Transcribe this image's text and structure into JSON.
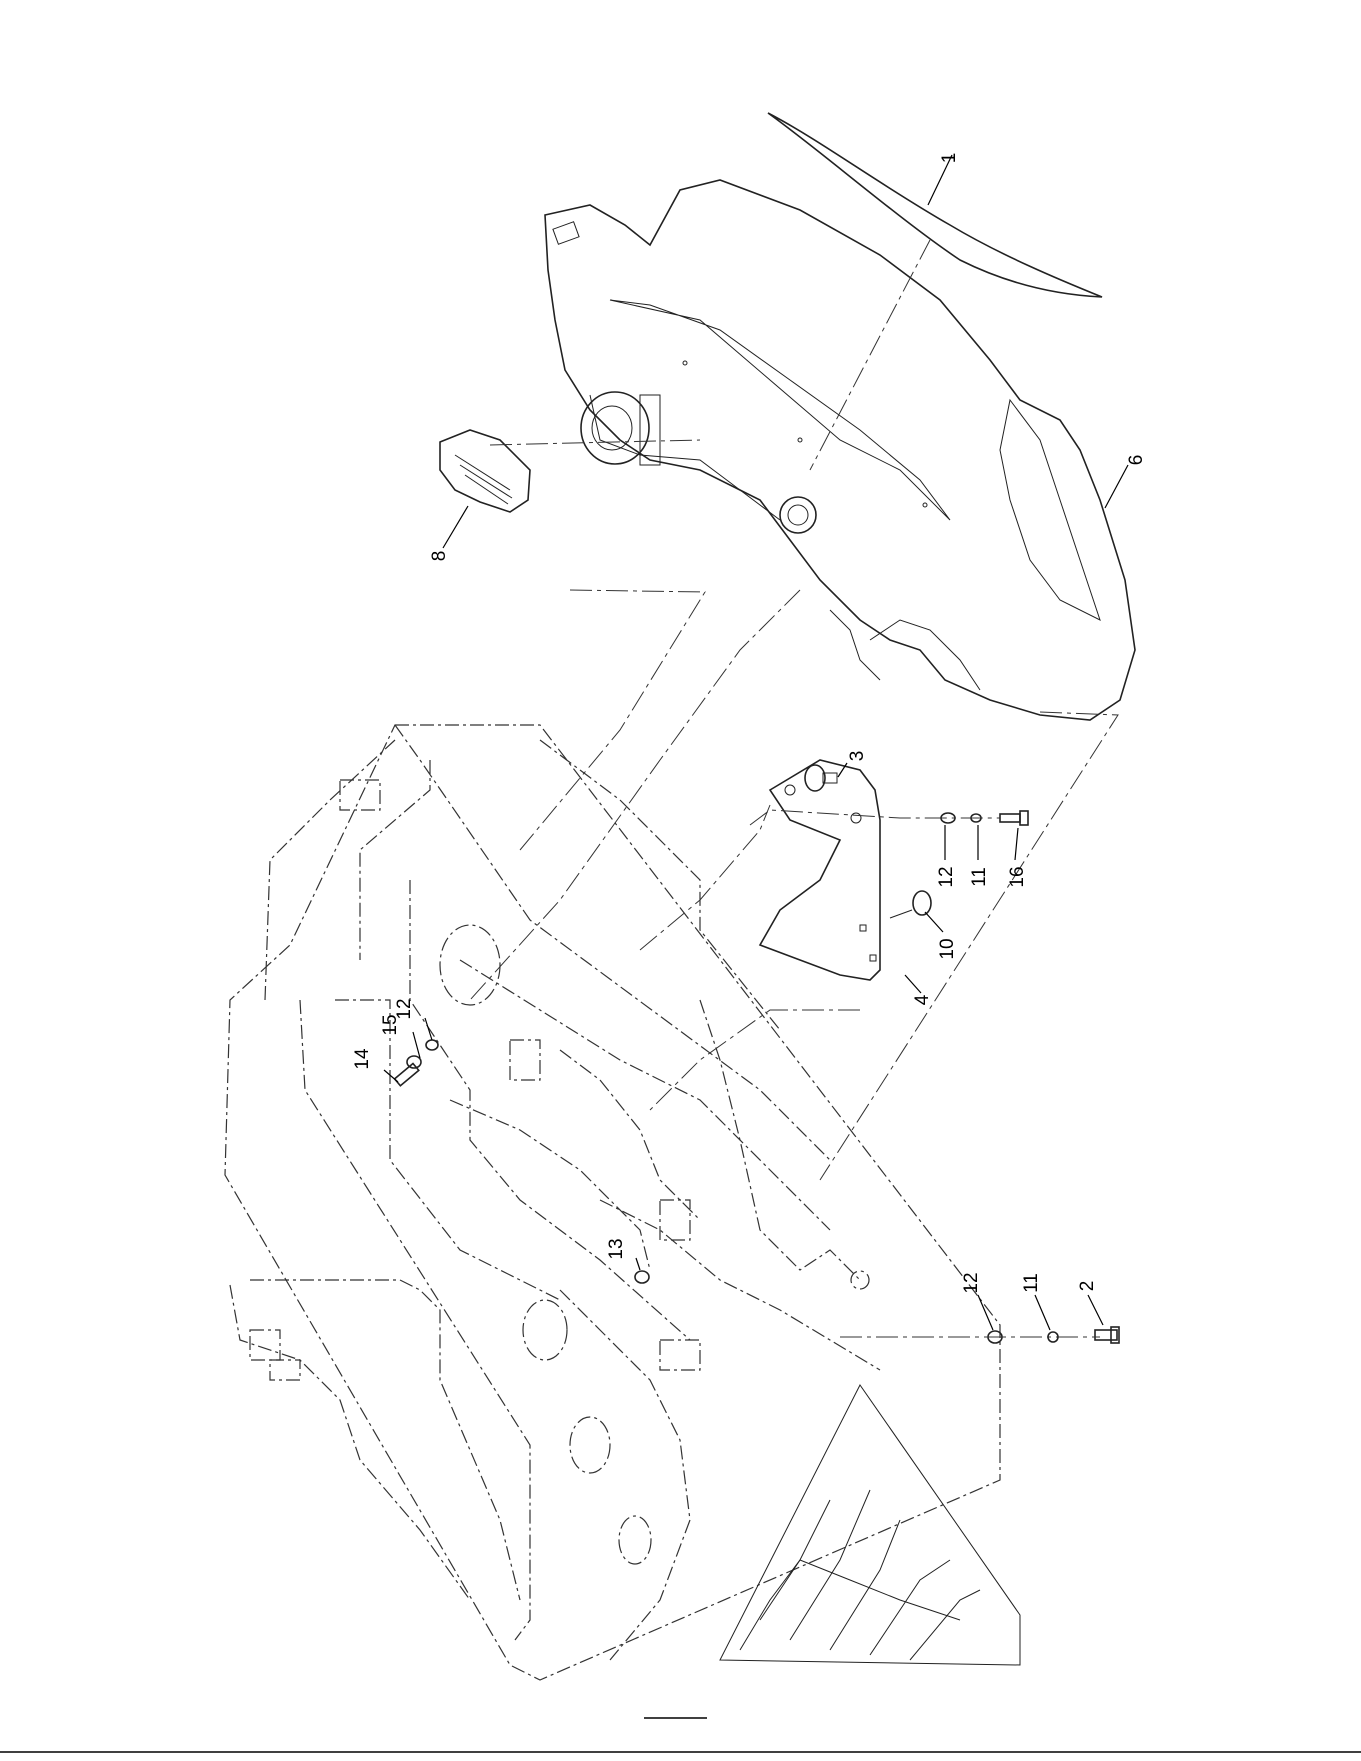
{
  "diagram": {
    "type": "exploded-parts-view",
    "callouts": [
      {
        "id": "c1",
        "label": "1"
      },
      {
        "id": "c6",
        "label": "6"
      },
      {
        "id": "c8",
        "label": "8"
      },
      {
        "id": "c3",
        "label": "3"
      },
      {
        "id": "c12a",
        "label": "12"
      },
      {
        "id": "c11a",
        "label": "11"
      },
      {
        "id": "c16",
        "label": "16"
      },
      {
        "id": "c10",
        "label": "10"
      },
      {
        "id": "c4",
        "label": "4"
      },
      {
        "id": "c14",
        "label": "14"
      },
      {
        "id": "c15",
        "label": "15"
      },
      {
        "id": "c12b",
        "label": "12"
      },
      {
        "id": "c13",
        "label": "13"
      },
      {
        "id": "c12c",
        "label": "12"
      },
      {
        "id": "c11b",
        "label": "11"
      },
      {
        "id": "c2",
        "label": "2"
      }
    ]
  }
}
